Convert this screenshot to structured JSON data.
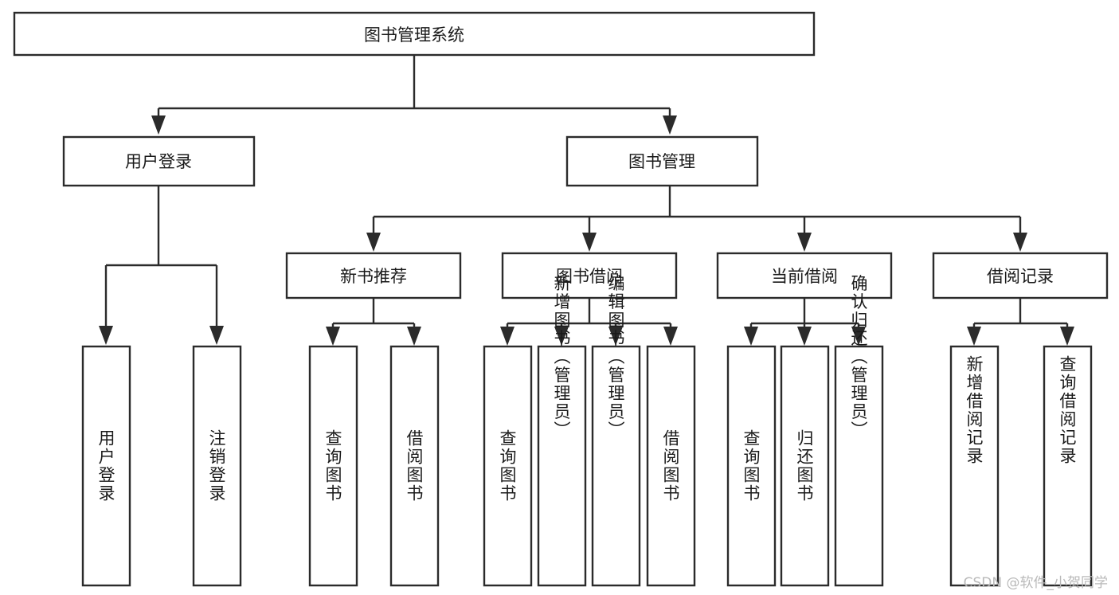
{
  "diagram": {
    "type": "tree-hierarchy",
    "title": "图书管理系统",
    "watermark": "CSDN @软件_小贺同学",
    "colors": {
      "stroke": "#2b2b2b",
      "fill": "#ffffff",
      "text": "#1a1a1a",
      "watermark": "#b9b9b9"
    },
    "levels": {
      "level1": [
        {
          "id": "root",
          "label": "图书管理系统"
        }
      ],
      "level2": [
        {
          "id": "user-login",
          "label": "用户登录"
        },
        {
          "id": "book-manage",
          "label": "图书管理"
        }
      ],
      "level3": [
        {
          "id": "new-book-rec",
          "label": "新书推荐"
        },
        {
          "id": "book-borrow",
          "label": "图书借阅"
        },
        {
          "id": "current-borrow",
          "label": "当前借阅"
        },
        {
          "id": "borrow-record",
          "label": "借阅记录"
        }
      ],
      "level4": [
        {
          "id": "leaf-user-login",
          "label": "用户登录",
          "parent": "user-login"
        },
        {
          "id": "leaf-logout",
          "label": "注销登录",
          "parent": "user-login"
        },
        {
          "id": "leaf-query-book-1",
          "label": "查询图书",
          "parent": "new-book-rec"
        },
        {
          "id": "leaf-borrow-book-1",
          "label": "借阅图书",
          "parent": "new-book-rec"
        },
        {
          "id": "leaf-query-book-2",
          "label": "查询图书",
          "parent": "book-borrow"
        },
        {
          "id": "leaf-add-book",
          "label": "新增图书（管理员）",
          "parent": "book-borrow"
        },
        {
          "id": "leaf-edit-book",
          "label": "编辑图书（管理员）",
          "parent": "book-borrow"
        },
        {
          "id": "leaf-borrow-book-2",
          "label": "借阅图书",
          "parent": "book-borrow"
        },
        {
          "id": "leaf-query-book-3",
          "label": "查询图书",
          "parent": "current-borrow"
        },
        {
          "id": "leaf-return-book",
          "label": "归还图书",
          "parent": "current-borrow"
        },
        {
          "id": "leaf-confirm-return",
          "label": "确认归还（管理员）",
          "parent": "current-borrow"
        },
        {
          "id": "leaf-add-record",
          "label": "新增借阅记录",
          "parent": "borrow-record"
        },
        {
          "id": "leaf-query-record",
          "label": "查询借阅记录",
          "parent": "borrow-record"
        }
      ]
    }
  }
}
